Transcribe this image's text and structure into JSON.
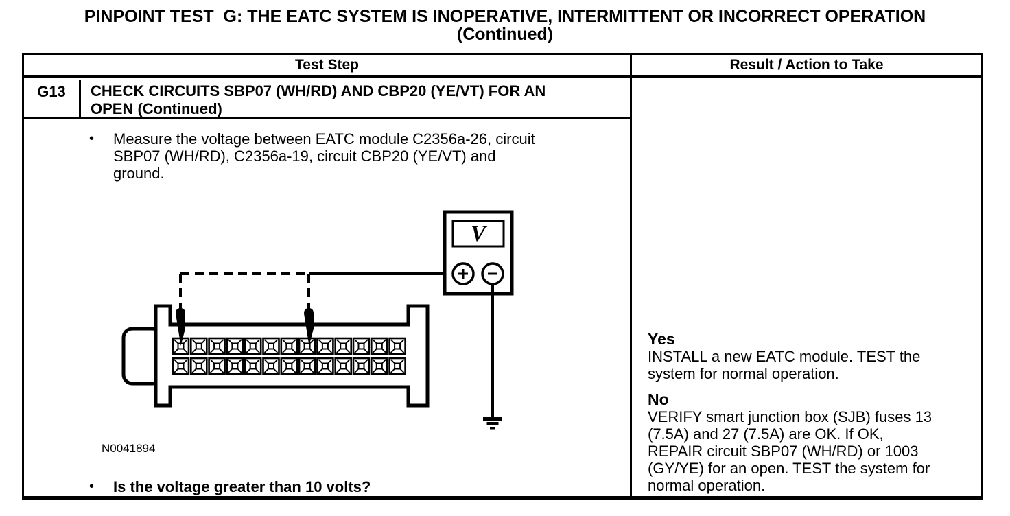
{
  "page": {
    "background": "#ffffff",
    "ink": "#000000"
  },
  "title": {
    "line1": "PINPOINT TEST  G: THE EATC SYSTEM IS INOPERATIVE, INTERMITTENT OR INCORRECT OPERATION",
    "line2": "(Continued)"
  },
  "table": {
    "header": {
      "test_step": "Test Step",
      "result": "Result / Action to Take"
    },
    "step": {
      "id": "G13",
      "title": "CHECK CIRCUITS SBP07 (WH/RD) AND CBP20 (YE/VT) FOR AN\nOPEN (Continued)",
      "bullet_glyph": "•",
      "bullet_measure": "Measure the voltage between EATC module C2356a-26, circuit\nSBP07 (WH/RD), C2356a-19, circuit CBP20 (YE/VT) and\nground.",
      "bullet_question": "Is the voltage greater than 10 volts?",
      "figure": {
        "id_label": "N0041894",
        "meter_label": "V",
        "pin_rows": 2,
        "pins_per_row": 13
      },
      "result": {
        "yes_label": "Yes",
        "yes_text": "INSTALL a new EATC module. TEST the\nsystem for normal operation.",
        "no_label": "No",
        "no_text": "VERIFY smart junction box (SJB) fuses 13\n(7.5A) and 27 (7.5A) are OK. If OK,\nREPAIR circuit SBP07 (WH/RD) or 1003\n(GY/YE) for an open. TEST the system for\nnormal operation."
      }
    }
  }
}
